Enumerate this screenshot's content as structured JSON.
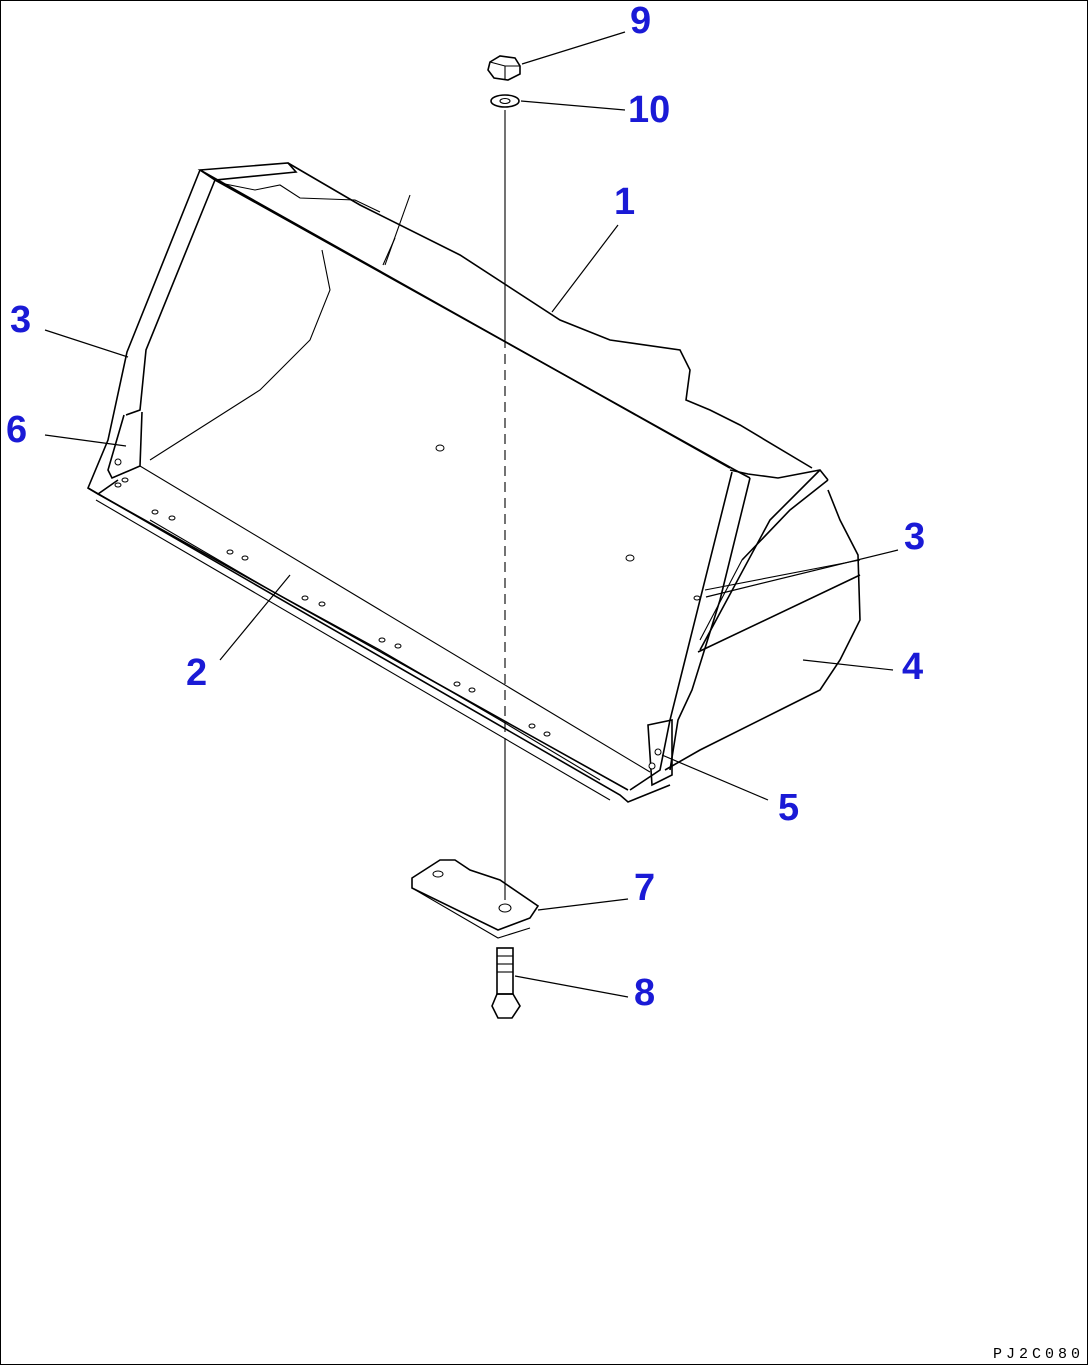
{
  "drawing_code": "PJ2C080",
  "callouts": [
    {
      "id": "c9",
      "label": "9"
    },
    {
      "id": "c10",
      "label": "10"
    },
    {
      "id": "c1",
      "label": "1"
    },
    {
      "id": "c3a",
      "label": "3"
    },
    {
      "id": "c6",
      "label": "6"
    },
    {
      "id": "c3b",
      "label": "3"
    },
    {
      "id": "c4",
      "label": "4"
    },
    {
      "id": "c2",
      "label": "2"
    },
    {
      "id": "c5",
      "label": "5"
    },
    {
      "id": "c7",
      "label": "7"
    },
    {
      "id": "c8",
      "label": "8"
    }
  ],
  "colors": {
    "callout": "#1a1ad6",
    "line": "#000000",
    "background": "#ffffff"
  }
}
